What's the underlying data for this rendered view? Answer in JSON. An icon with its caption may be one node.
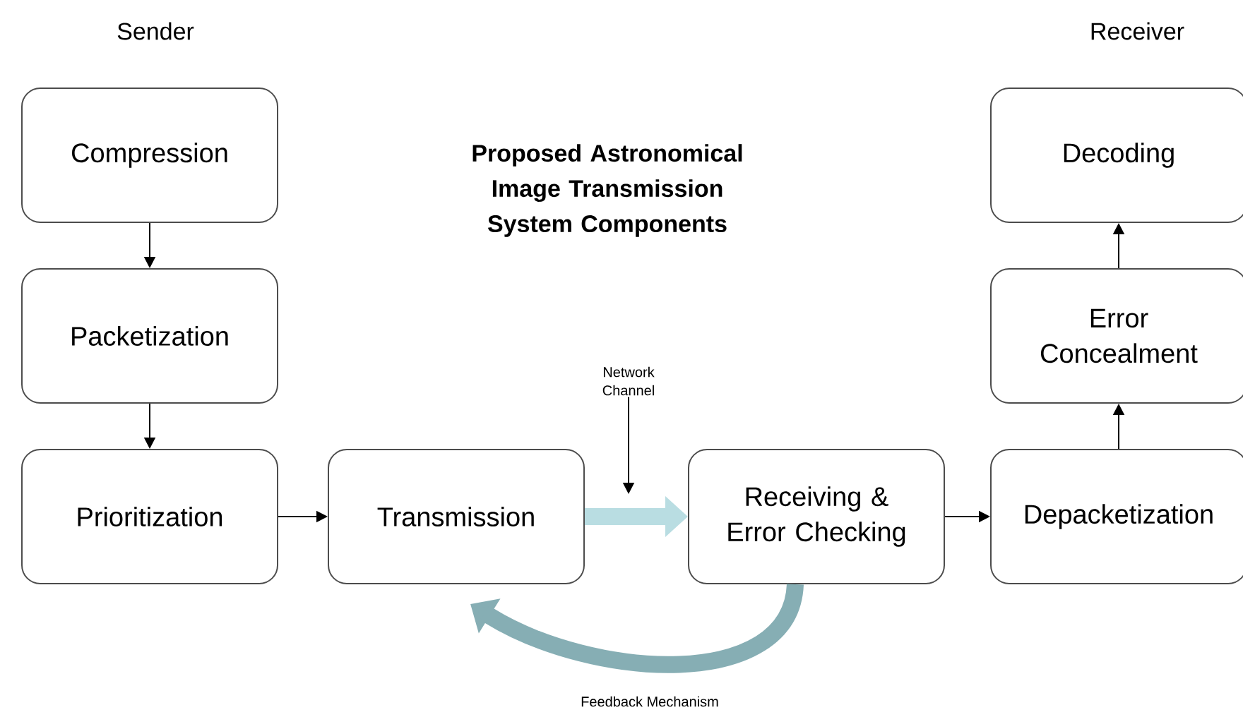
{
  "diagram": {
    "title": "Proposed Astronomical Image Transmission System Components",
    "nodes": [
      {
        "text": [
          "Compression"
        ]
      },
      {
        "text": [
          "Packetization"
        ]
      },
      {
        "text": [
          "Prioritization"
        ]
      },
      {
        "text": [
          "Transmission"
        ]
      },
      {
        "text": [
          "Receiving & Error Checking"
        ]
      },
      {
        "text": [
          "Depacketization"
        ]
      },
      {
        "text": [
          "Error Concealment"
        ]
      },
      {
        "text": [
          "Decoding"
        ]
      },
      {
        "text": [
          "Network Channel"
        ]
      }
    ],
    "edges": [
      {
        "from": 0,
        "to": 1,
        "arrow": "to"
      },
      {
        "from": 1,
        "to": 2,
        "arrow": "to"
      },
      {
        "from": 2,
        "to": 3,
        "arrow": "to"
      },
      {
        "from": 3,
        "to": 4,
        "arrow": "to",
        "style": "thick",
        "color": "#b9dde2"
      },
      {
        "from": 4,
        "to": 5,
        "arrow": "to"
      },
      {
        "from": 5,
        "to": 6,
        "arrow": "to"
      },
      {
        "from": 6,
        "to": 7,
        "arrow": "to"
      },
      {
        "from": 8,
        "to": null,
        "arrow": "to"
      },
      {
        "from": 4,
        "to": 3,
        "arrow": "to",
        "style": "thick",
        "color": "#86aeb4",
        "label": "Feedback Mechanism"
      }
    ],
    "labels": [
      "Sender",
      "Receiver"
    ]
  }
}
